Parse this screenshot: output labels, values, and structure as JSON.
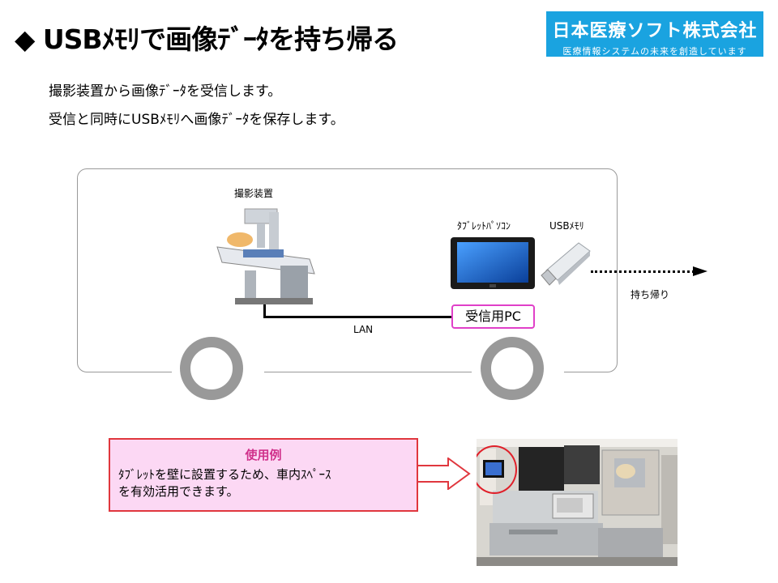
{
  "header": {
    "title": "◆ USBﾒﾓﾘで画像ﾃﾞｰﾀを持ち帰る",
    "logo_name": "日本医療ソフト株式会社",
    "logo_tagline": "医療情報システムの未来を創造しています"
  },
  "intro": {
    "line1": "撮影装置から画像ﾃﾞｰﾀを受信します。",
    "line2": "受信と同時にUSBﾒﾓﾘへ画像ﾃﾞｰﾀを保存します。"
  },
  "diagram": {
    "device_label": "撮影装置",
    "tablet_label": "ﾀﾌﾞﾚｯﾄﾊﾟｿｺﾝ",
    "usb_label": "USBﾒﾓﾘ",
    "takeaway_label": "持ち帰り",
    "lan_label": "LAN",
    "pc_label": "受信用PC"
  },
  "callout": {
    "title": "使用例",
    "line1": "ﾀﾌﾞﾚｯﾄを壁に設置するため、車内ｽﾍﾟｰｽ",
    "line2": "を有効活用できます。"
  },
  "colors": {
    "logo_bg": "#1aa3e0",
    "pc_border": "#e040c8",
    "callout_border": "#e0373e",
    "callout_bg": "#fcd8f4",
    "callout_title": "#d0318b"
  }
}
